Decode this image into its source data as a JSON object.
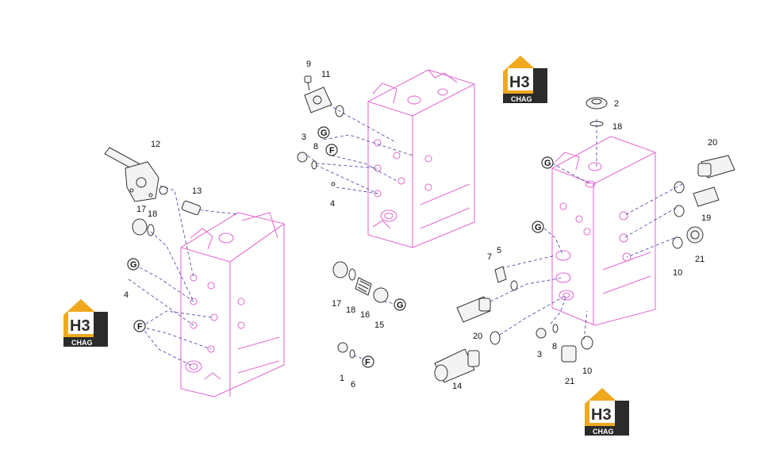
{
  "colors": {
    "housing": "#e36fd2",
    "leader": "#3b3fa0",
    "part": "#333333",
    "logo_orange": "#f0a81e",
    "logo_dark": "#2b2b2b"
  },
  "logo": {
    "main": "H3",
    "sub": "CHAG"
  },
  "callouts": {
    "c9": "9",
    "c11": "11",
    "c3a": "3",
    "c8a": "8",
    "cGa": "G",
    "cFa": "F",
    "c4a": "4",
    "c12": "12",
    "c13": "13",
    "c17a": "17",
    "c18a": "18",
    "cGb": "G",
    "c4b": "4",
    "cFb": "F",
    "c17b": "17",
    "c18b": "18",
    "c16": "16",
    "c15": "15",
    "cGc": "G",
    "c1": "1",
    "c6": "6",
    "cFc": "F",
    "c2": "2",
    "c18c": "18",
    "cGd": "G",
    "c20a": "20",
    "c19": "19",
    "c21a": "21",
    "c10a": "10",
    "cGe": "G",
    "c5": "5",
    "c7": "7",
    "c20b": "20",
    "c14": "14",
    "c3b": "3",
    "c8b": "8",
    "c21b": "21",
    "c10b": "10"
  }
}
